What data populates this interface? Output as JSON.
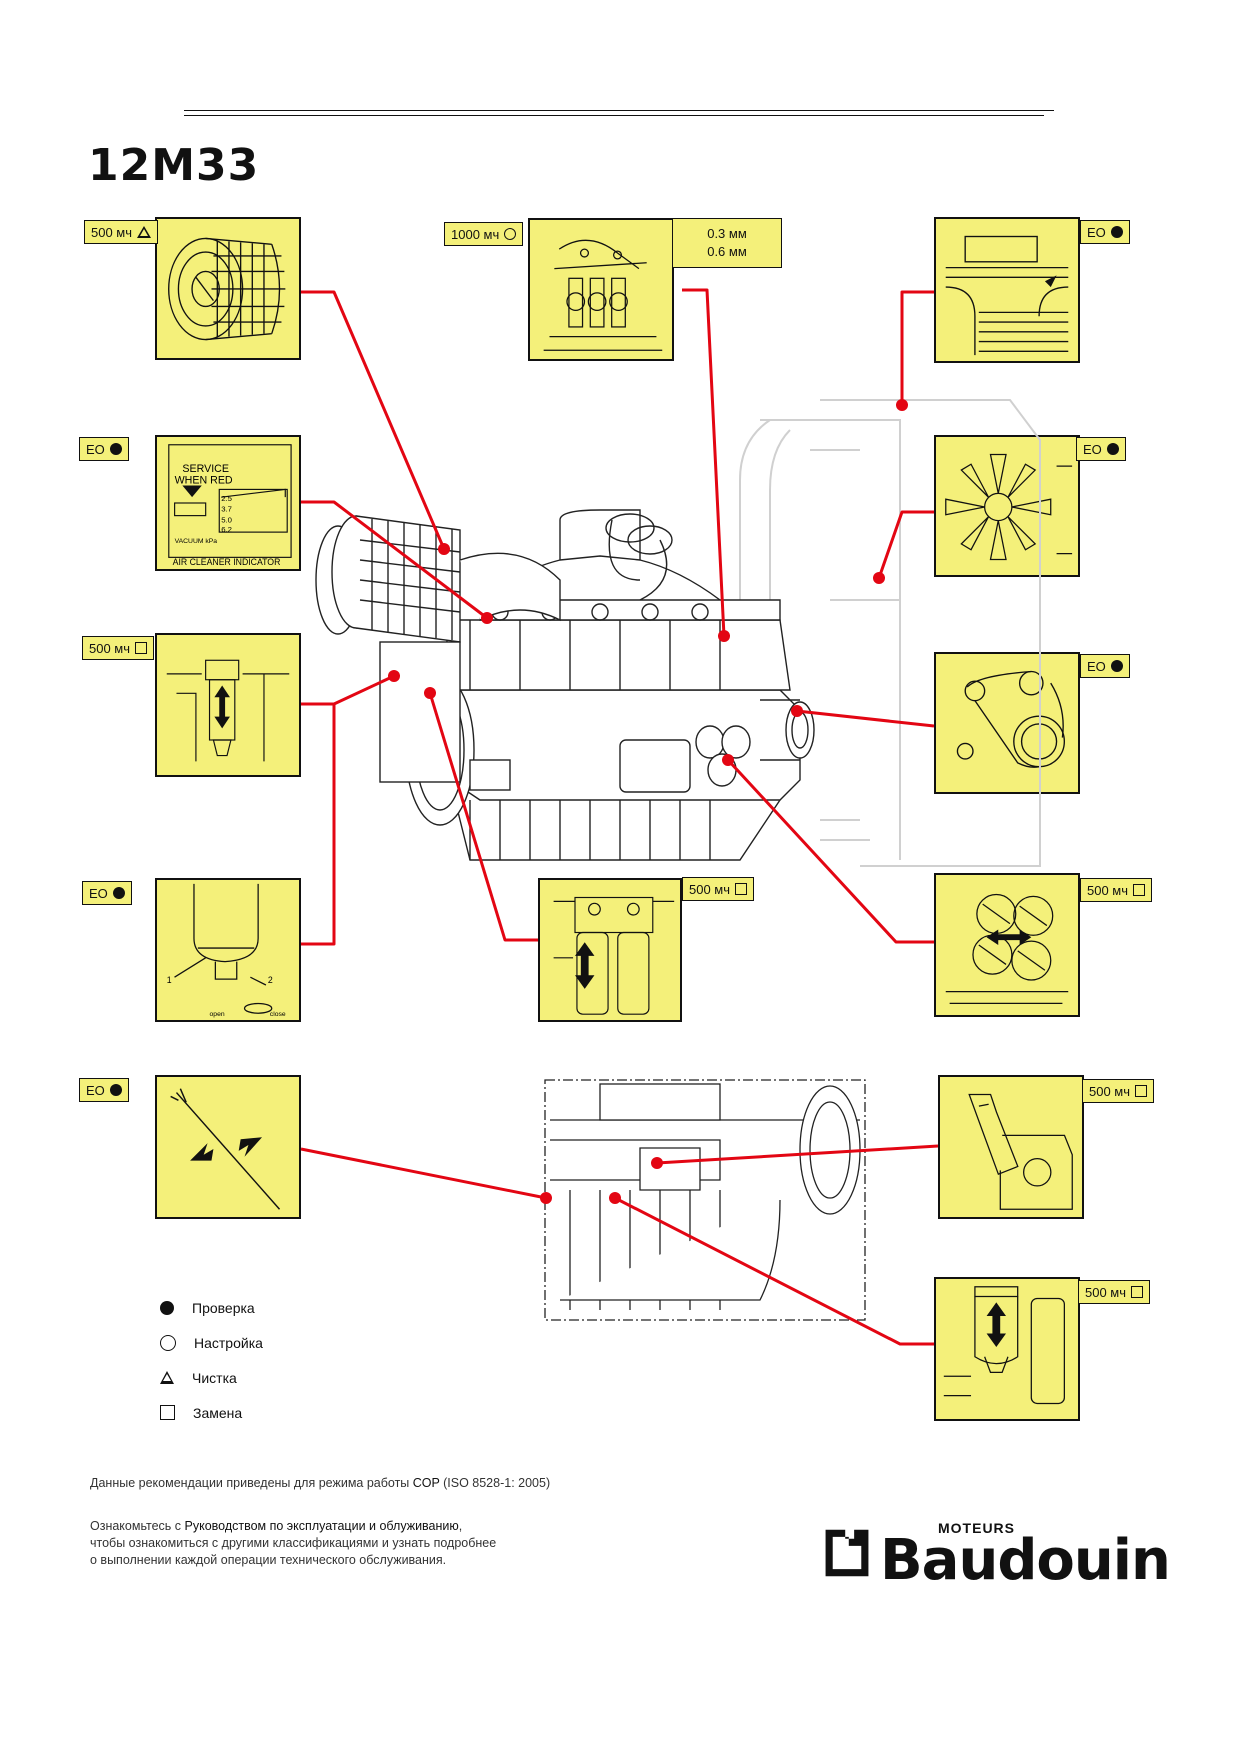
{
  "page_title": "12M33",
  "panels": {
    "air_filter": {
      "tag": "500 мч",
      "symbol": "triangle"
    },
    "valve_clearance": {
      "tag": "1000 мч",
      "symbol": "ring",
      "clearances": [
        "0.3 мм",
        "0.6 мм"
      ]
    },
    "coolant_level": {
      "tag": "EO",
      "symbol": "dot"
    },
    "air_indicator": {
      "tag": "EO",
      "symbol": "dot",
      "service_text_1": "SERVICE",
      "service_text_2": "WHEN RED",
      "scale": [
        "2.5",
        "3.7",
        "5.0",
        "6.2"
      ],
      "vacuum_label": "VACUUM kPa",
      "caption": "AIR CLEANER INDICATOR"
    },
    "fan": {
      "tag": "EO",
      "symbol": "dot"
    },
    "fuel_prefilter": {
      "tag": "500 мч",
      "symbol": "square"
    },
    "belt": {
      "tag": "EO",
      "symbol": "dot"
    },
    "water_separator": {
      "tag": "EO",
      "symbol": "dot",
      "label_1": "1",
      "label_2": "2",
      "label_open": "open",
      "label_close": "close"
    },
    "fuel_filters": {
      "tag": "500 мч",
      "symbol": "square"
    },
    "oil_filters": {
      "tag": "500 мч",
      "symbol": "square"
    },
    "dipstick": {
      "tag": "EO",
      "symbol": "dot"
    },
    "breather": {
      "tag": "500 мч",
      "symbol": "square"
    },
    "centrifuge": {
      "tag": "500 мч",
      "symbol": "square"
    }
  },
  "legend": [
    {
      "symbol": "dot",
      "label": "Проверка"
    },
    {
      "symbol": "ring",
      "label": "Настройка"
    },
    {
      "symbol": "triangle",
      "label": "Чистка"
    },
    {
      "symbol": "square",
      "label": "Замена"
    }
  ],
  "footer": {
    "mode_text_1": "Данные рекомендации приведены для режима работы ",
    "mode_strong": "COP",
    "mode_text_2": " (ISO 8528-1: 2005)",
    "manual_line1_a": "Ознакомьтесь с ",
    "manual_line1_strong": "Руководством по эксплуатации и облуживанию",
    "manual_line1_b": ",",
    "manual_line2": "чтобы ознакомиться с другими классификациями и узнать подробнее",
    "manual_line3": "о выполнении каждой операции технического обслуживания."
  },
  "brand": {
    "sub": "MOTEURS",
    "name": "Baudouin"
  },
  "colors": {
    "panel_fill": "#f4f07a",
    "leader": "#e30613",
    "outline": "#111111"
  }
}
